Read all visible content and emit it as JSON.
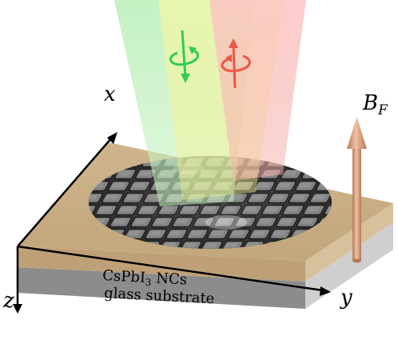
{
  "labels": {
    "axis_x": "x",
    "axis_y": "y",
    "axis_z": "z",
    "field_label": "B",
    "field_subscript": "F",
    "layer_top_main": "CsPbI",
    "layer_top_sub": "3",
    "layer_top_rest": " NCs",
    "layer_bottom": "glass substrate"
  },
  "colors": {
    "slab_top": "#c8ad86",
    "slab_front": "#bfa17a",
    "glass_front": "#8f8f8f",
    "glass_side": "#c9c9c9",
    "beam_green": "#9ee39e",
    "beam_yellow": "#f4f27a",
    "beam_red": "#f6a0a0",
    "arrow_green": "#33cc55",
    "arrow_red": "#ee5544",
    "field_arrow": "#d9a07f"
  },
  "icons": {
    "green_polarization": "circular-polarization-arrow-icon",
    "red_polarization": "circular-polarization-arrow-icon",
    "field": "magnetic-field-arrow-icon"
  }
}
